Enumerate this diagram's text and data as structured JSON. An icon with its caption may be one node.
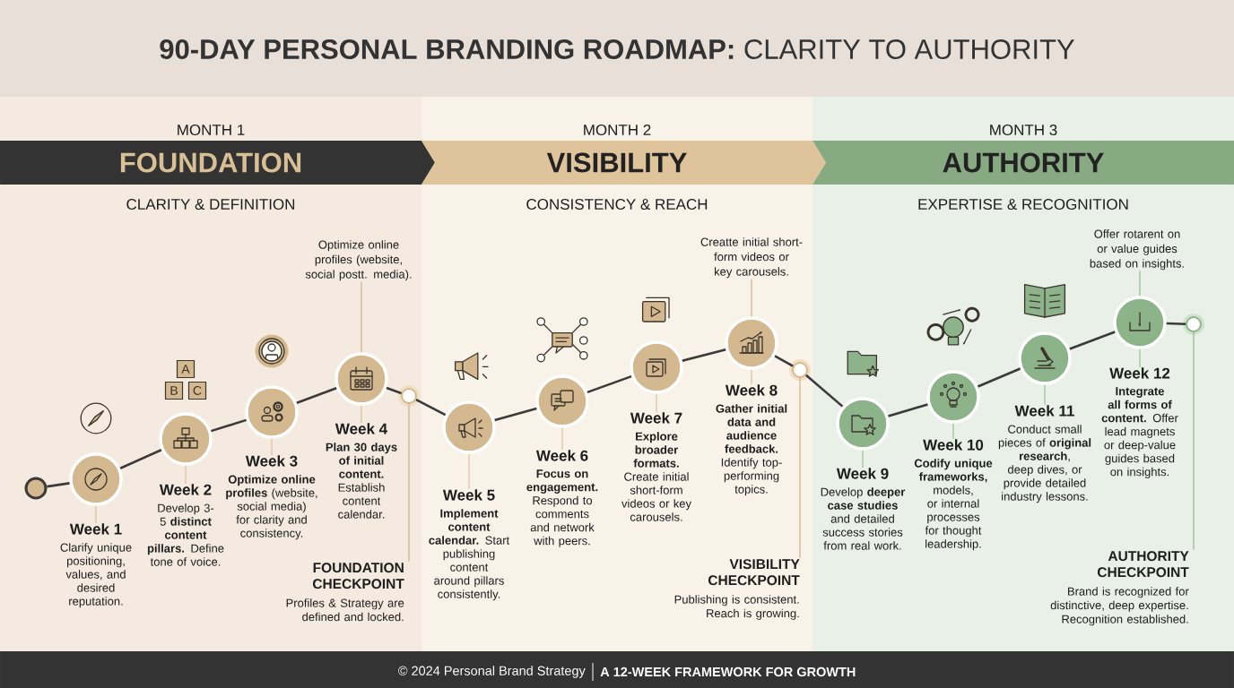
{
  "diagram": {
    "title": "**90-DAY PERSONAL BRANDING ROADMAP:** CLARITY TO AUTHORITY",
    "caption": "© 2024 Personal Brand Strategy",
    "nodes": [
      {
        "text": [
          "MONTH 1",
          "FOUNDATION",
          "CLARITY & DEFINITION"
        ]
      },
      {
        "text": [
          "MONTH 2",
          "VISIBILITY",
          "CONSISTENCY & REACH"
        ]
      },
      {
        "text": [
          "MONTH 3",
          "AUTHORITY",
          "EXPERTISE & RECOGNITION"
        ]
      },
      {
        "text": [],
        "shape": "circle"
      },
      {
        "text": [
          "Week 1",
          "Clarify unique positioning, values, and desired reputation."
        ]
      },
      {
        "text": [
          "Week 2",
          "Develop 3-5 **distinct content pillars.** Define tone of voice."
        ]
      },
      {
        "text": [
          "Week 3",
          "**Optimize online profiles** (website, social media) for clarity and consistency."
        ]
      },
      {
        "text": [
          "Week 4",
          "**Plan 30 days of initial content.** Establish content calendar."
        ]
      },
      {
        "text": [
          "Week 5",
          "**Implement content calendar.** Start publishing content around pillars consistently."
        ]
      },
      {
        "text": [
          "Week 6",
          "**Focus on engagement.** Respond to comments and network with peers."
        ]
      },
      {
        "text": [
          "Week 7",
          "**Explore broader formats.** Create initial short-form videos or key carousels."
        ]
      },
      {
        "text": [
          "Week 8",
          "**Gather initial data and audience feedback.** Identify top-performing topics."
        ]
      },
      {
        "text": [
          "Week 9",
          "Develop **deeper case studies** and detailed success stories from real work."
        ]
      },
      {
        "text": [
          "Week 10",
          "**Codify unique frameworks,** models, or internal processes for thought leadership."
        ]
      },
      {
        "text": [
          "Week 11",
          "Conduct small pieces of **original research**, deep dives, or provide detailed industry lessons."
        ]
      },
      {
        "text": [
          "Week 12",
          "**Integrate all forms of content.** Offer lead magnets or deep-value guides based on insights."
        ]
      },
      {
        "text": [
          "Optimize online profiles (website, social postt. media)."
        ]
      },
      {
        "text": [],
        "shape": "circle"
      },
      {
        "text": [
          "FOUNDATION CHECKPOINT",
          "Profiles & Strategy are defined and locked."
        ]
      },
      {
        "text": [
          "Creatte initial short-form videos or key carousels."
        ]
      },
      {
        "text": [],
        "shape": "circle"
      },
      {
        "text": [
          "VISIBILITY CHECKPOINT",
          "Publishing is consistent. Reach is growing."
        ]
      },
      {
        "text": [
          "Offer rotarent on or value guides based on insights."
        ]
      },
      {
        "text": [],
        "shape": "circle"
      },
      {
        "text": [
          "AUTHORITY CHECKPOINT",
          "Brand is recognized for distinctive, deep expertise. Recognition established."
        ]
      }
    ],
    "edges": [
      {
        "from": 3,
        "to": 4,
        "arrow": "none"
      },
      {
        "from": 4,
        "to": 5,
        "arrow": "none"
      },
      {
        "from": 5,
        "to": 6,
        "arrow": "none"
      },
      {
        "from": 6,
        "to": 7,
        "arrow": "none"
      },
      {
        "from": 7,
        "to": 17,
        "arrow": "none"
      },
      {
        "from": 17,
        "to": 8,
        "arrow": "none"
      },
      {
        "from": 8,
        "to": 9,
        "arrow": "none"
      },
      {
        "from": 9,
        "to": 10,
        "arrow": "none"
      },
      {
        "from": 10,
        "to": 11,
        "arrow": "none"
      },
      {
        "from": 11,
        "to": 20,
        "arrow": "none"
      },
      {
        "from": 20,
        "to": 12,
        "arrow": "none"
      },
      {
        "from": 12,
        "to": 13,
        "arrow": "none"
      },
      {
        "from": 13,
        "to": 14,
        "arrow": "none"
      },
      {
        "from": 14,
        "to": 15,
        "arrow": "none"
      },
      {
        "from": 15,
        "to": 23,
        "arrow": "none"
      },
      {
        "from": 16,
        "to": 7,
        "arrow": "none",
        "color": "#c9ab82"
      },
      {
        "from": 17,
        "to": 18,
        "arrow": "none",
        "color": "#c9ab82"
      },
      {
        "from": 19,
        "to": 11,
        "arrow": "none",
        "color": "#c9ab82"
      },
      {
        "from": 20,
        "to": 21,
        "arrow": "none",
        "color": "#c9ab82"
      },
      {
        "from": 22,
        "to": 15,
        "arrow": "none",
        "color": "#8db38a"
      },
      {
        "from": 23,
        "to": 24,
        "arrow": "none",
        "color": "#8db38a"
      }
    ],
    "labels": [
      "A",
      "B",
      "C",
      "A 12-WEEK FRAMEWORK FOR GROWTH"
    ]
  }
}
